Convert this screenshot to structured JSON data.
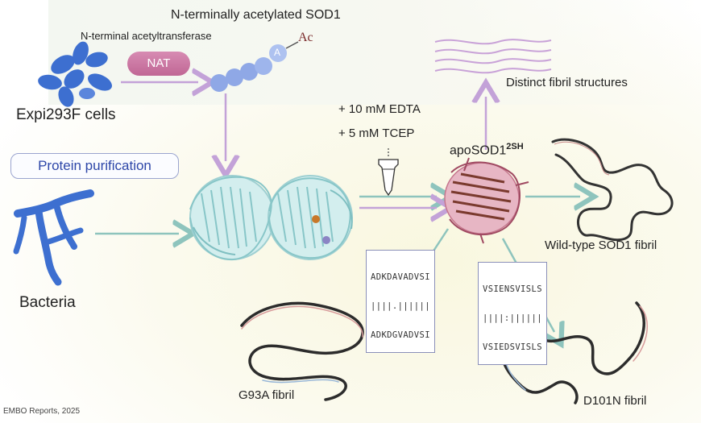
{
  "labels": {
    "acetylated": "N-terminally acetylated SOD1",
    "acetyltransferase": "N-terminal acetyltransferase",
    "nat": "NAT",
    "a_residue": "A",
    "ac_group": "Ac",
    "expi_cells": "Expi293F cells",
    "purification": "Protein purification",
    "bacteria": "Bacteria",
    "edta": "+ 10 mM EDTA",
    "tcep": "+ 5 mM TCEP",
    "apo_main": "apoSOD1",
    "apo_sup": "2SH",
    "distinct": "Distinct fibril structures",
    "wildtype": "Wild-type SOD1 fibril",
    "g93a": "G93A fibril",
    "d101n": "D101N fibril",
    "citation": "EMBO Reports, 2025"
  },
  "alignments": {
    "g93a": [
      "ADKDAVADVSI",
      "||||.||||||",
      "ADKDGVADVSI"
    ],
    "d101n": [
      "VSIENSVISLS",
      "||||:||||||",
      "VSIEDSVISLS"
    ]
  },
  "colors": {
    "arrow_teal": "#8ec4bd",
    "arrow_purple": "#c3a2d8",
    "cell_blue": "#3d6fd0",
    "sod1_cyan": "#a9dcdc",
    "apo_red": "#b0445c",
    "fibril_line": "#c9a3d8"
  }
}
